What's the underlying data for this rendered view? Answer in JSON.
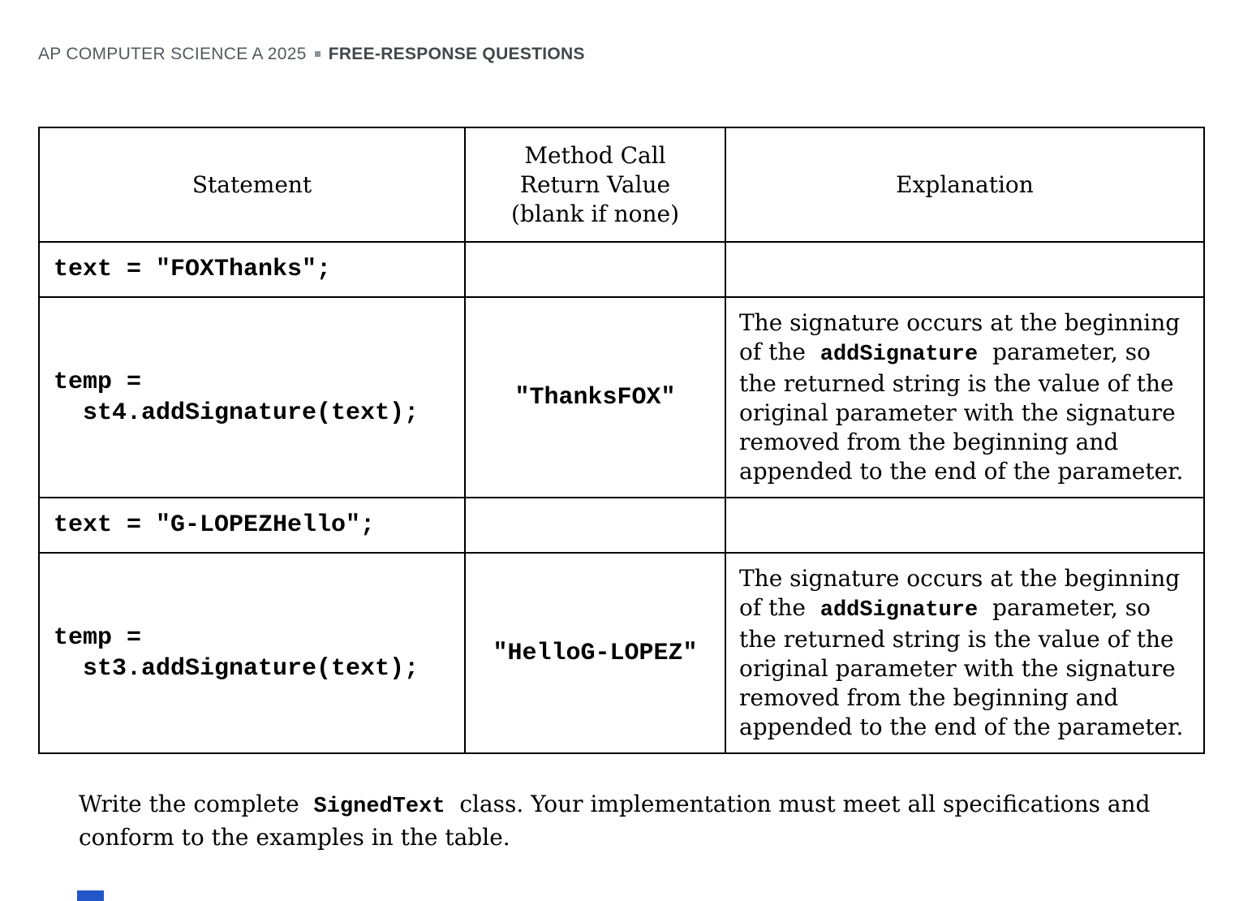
{
  "page": {
    "header": {
      "series": "AP COMPUTER SCIENCE A 2025",
      "section": "FREE-RESPONSE QUESTIONS"
    },
    "colors": {
      "header_text": "#55595e",
      "header_bold_text": "#43474c",
      "separator_square": "#8f9296",
      "bottom_blue_artifact": "#2356c9"
    }
  },
  "table": {
    "headers": {
      "statement": "Statement",
      "return_value": "Method Call\nReturn Value\n(blank if none)",
      "explanation": "Explanation"
    },
    "rows": [
      {
        "statement": "text = \"FOXThanks\";",
        "return_value": "",
        "explanation": {
          "pre": "",
          "code": "",
          "post": ""
        }
      },
      {
        "statement": "temp =\n  st4.addSignature(text);",
        "return_value": "\"ThanksFOX\"",
        "explanation": {
          "pre": "The signature occurs at the beginning\nof the  ",
          "code": "addSignature",
          "post": "  parameter, so\nthe returned string is the value of the\noriginal parameter with the signature\nremoved from the beginning and\nappended to the end of the parameter."
        }
      },
      {
        "statement": "text = \"G-LOPEZHello\";",
        "return_value": "",
        "explanation": {
          "pre": "",
          "code": "",
          "post": ""
        }
      },
      {
        "statement": "temp =\n  st3.addSignature(text);",
        "return_value": "\"HelloG-LOPEZ\"",
        "explanation": {
          "pre": "The signature occurs at the beginning\nof the  ",
          "code": "addSignature",
          "post": "  parameter, so\nthe returned string is the value of the\noriginal parameter with the signature\nremoved from the beginning and\nappended to the end of the parameter."
        }
      }
    ]
  },
  "footer": {
    "pre": "Write the complete  ",
    "code": "SignedText",
    "post": "  class. Your implementation must meet all specifications and\nconform to the examples in the table."
  }
}
